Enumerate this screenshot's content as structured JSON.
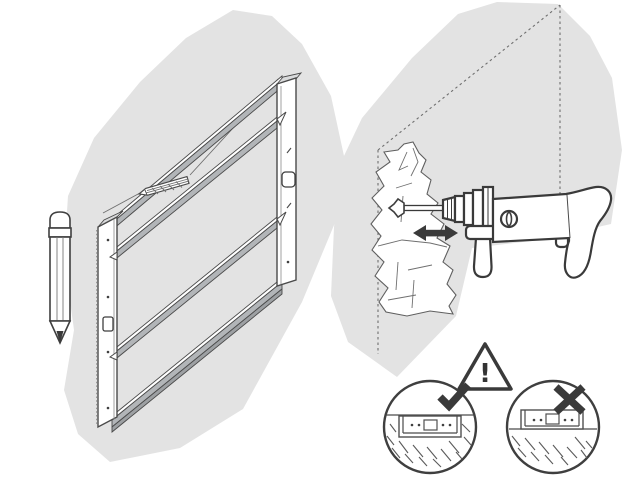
{
  "colors": {
    "background": "#ffffff",
    "wall_fill": "#e3e3e3",
    "line_dark": "#3a3a3a",
    "line_medium": "#4a4a4a",
    "line_light": "#777777",
    "rail_fill": "#b2b5b8",
    "rail_fill_shadow": "#9da0a3"
  },
  "warning": {
    "symbol": "!"
  },
  "icons": {
    "warning": "warning-triangle-icon",
    "correct": "checkmark-icon",
    "incorrect": "x-mark-icon",
    "adjust": "double-arrow-icon"
  },
  "figures": {
    "pencil": "pencil",
    "frame": "wall-mounting-frame",
    "marking_pencil": "marking-pencil-on-frame",
    "trace_outline": "dashed-traced-outline",
    "torn_wallpaper": "torn-wallpaper-patch",
    "drill": "hammer-drill",
    "drill_bit": "masonry-drill-bit",
    "detail_correct": "rail-recessed-flush",
    "detail_incorrect": "rail-protruding"
  }
}
